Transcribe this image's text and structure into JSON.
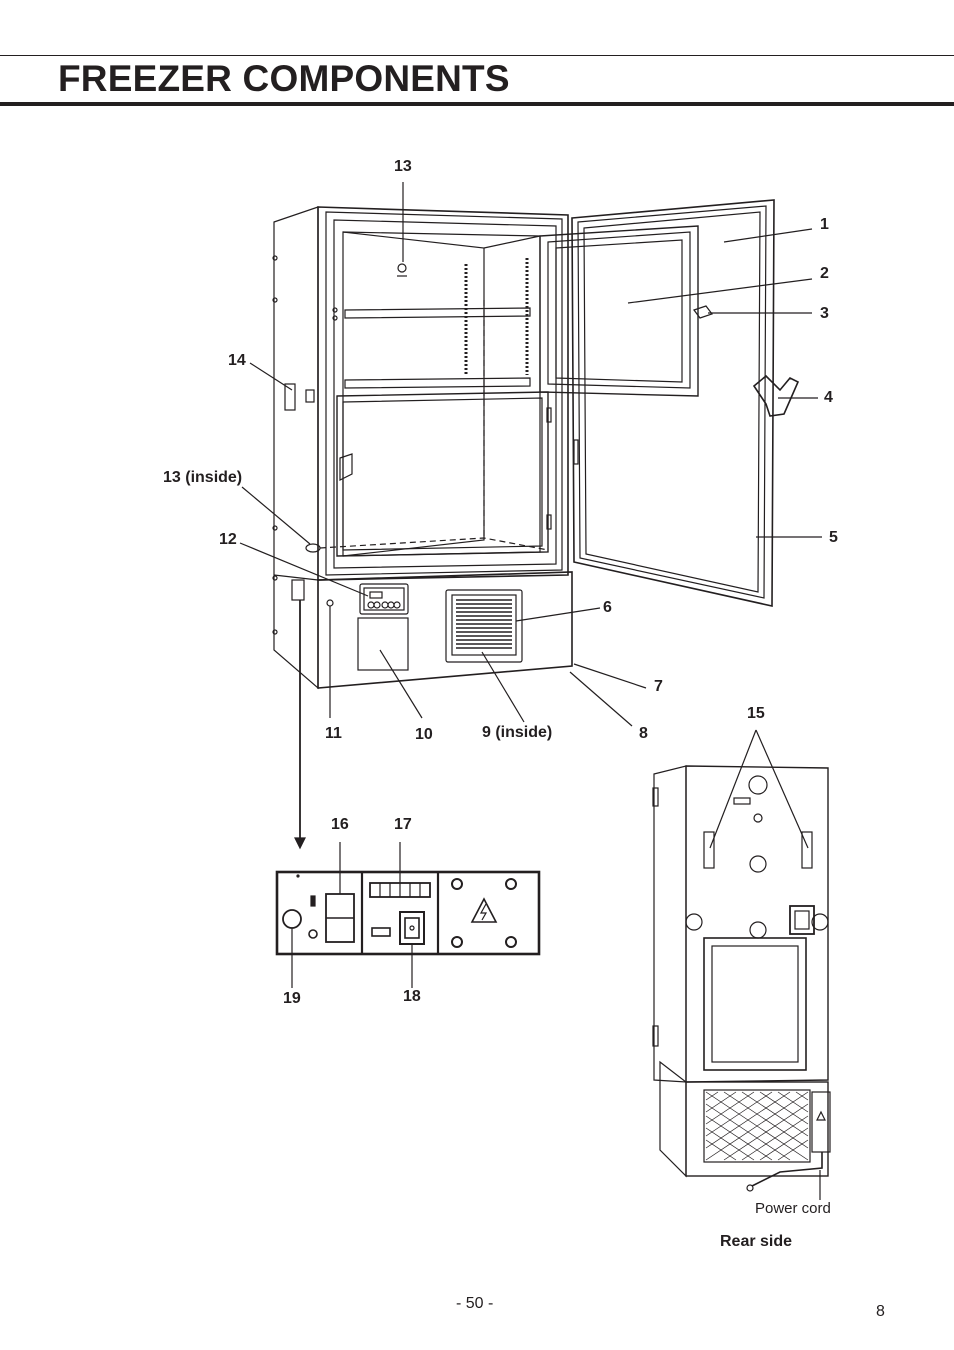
{
  "header": {
    "title": "FREEZER COMPONENTS"
  },
  "callouts": {
    "c1": "1",
    "c2": "2",
    "c3": "3",
    "c4": "4",
    "c5": "5",
    "c6": "6",
    "c7": "7",
    "c8": "8",
    "c9": "9 (inside)",
    "c10": "10",
    "c11": "11",
    "c12": "12",
    "c13": "13",
    "c13_inside": "13 (inside)",
    "c14": "14",
    "c15": "15",
    "c16": "16",
    "c17": "17",
    "c18": "18",
    "c19": "19"
  },
  "rear": {
    "power_cord": "Power cord",
    "caption": "Rear side"
  },
  "footer": {
    "page_center": "- 50 -",
    "page_right": "8"
  }
}
